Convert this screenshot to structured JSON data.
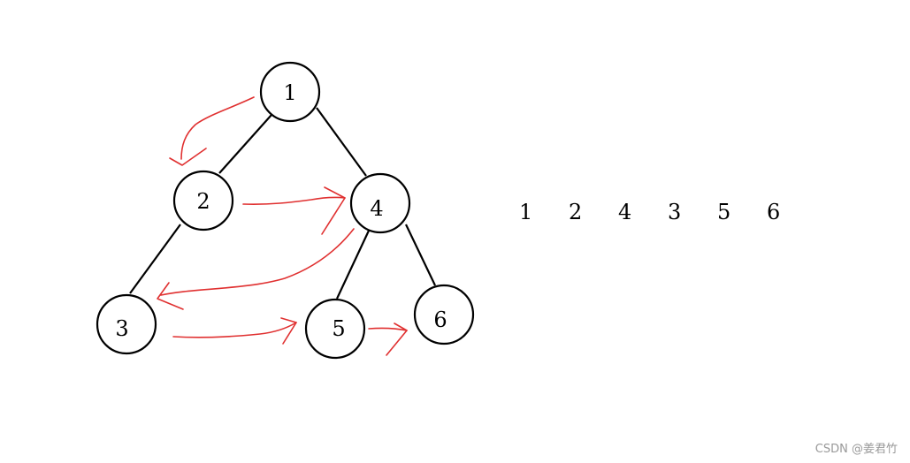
{
  "tree": {
    "nodes": [
      {
        "id": "n1",
        "label": "1"
      },
      {
        "id": "n2",
        "label": "2"
      },
      {
        "id": "n4",
        "label": "4"
      },
      {
        "id": "n3",
        "label": "3"
      },
      {
        "id": "n5",
        "label": "5"
      },
      {
        "id": "n6",
        "label": "6"
      }
    ],
    "edges": [
      {
        "from": "n1",
        "to": "n2"
      },
      {
        "from": "n1",
        "to": "n4"
      },
      {
        "from": "n2",
        "to": "n3"
      },
      {
        "from": "n4",
        "to": "n5"
      },
      {
        "from": "n4",
        "to": "n6"
      }
    ]
  },
  "traversal_arrows_color": "#e03030",
  "sequence": [
    "1",
    "2",
    "4",
    "3",
    "5",
    "6"
  ],
  "watermark": "CSDN @姜君竹"
}
